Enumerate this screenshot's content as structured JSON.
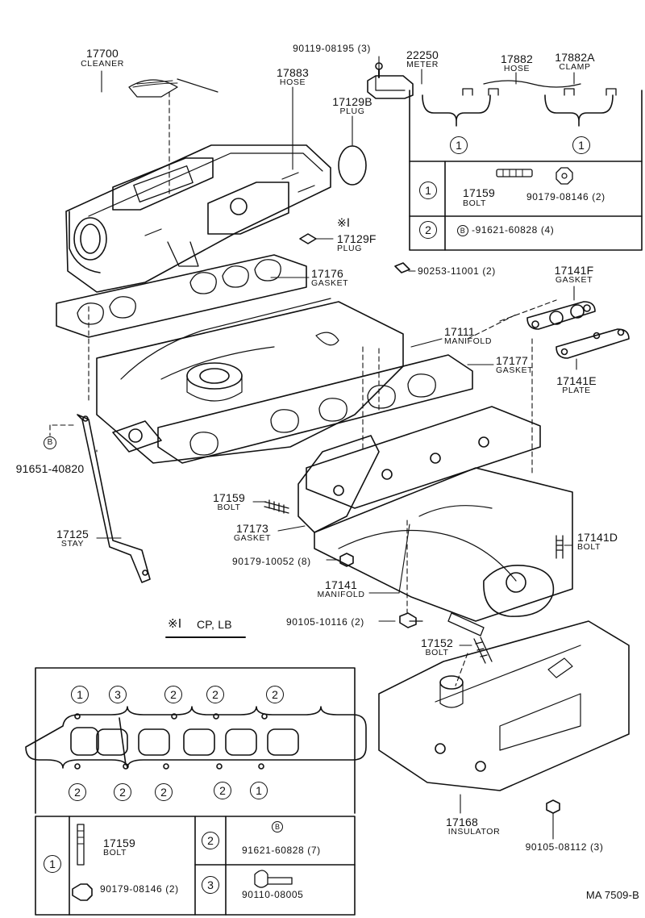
{
  "parts": {
    "p17700": {
      "no": "17700",
      "name": "CLEANER"
    },
    "p17883": {
      "no": "17883",
      "name": "HOSE"
    },
    "p90119": {
      "no": "90119-08195 (3)"
    },
    "p22250": {
      "no": "22250",
      "name": "METER"
    },
    "p17882": {
      "no": "17882",
      "name": "HOSE"
    },
    "p17882A": {
      "no": "17882A",
      "name": "CLAMP"
    },
    "p17129B": {
      "no": "17129B",
      "name": "PLUG"
    },
    "p17129F": {
      "no": "17129F",
      "name": "PLUG",
      "mark": "※Ⅰ"
    },
    "p17176": {
      "no": "17176",
      "name": "GASKET"
    },
    "p90253": {
      "no": "90253-11001 (2)"
    },
    "p17141F": {
      "no": "17141F",
      "name": "GASKET"
    },
    "p17111": {
      "no": "17111",
      "name": "MANIFOLD"
    },
    "p17177": {
      "no": "17177",
      "name": "GASKET"
    },
    "p17141E": {
      "no": "17141E",
      "name": "PLATE"
    },
    "p91651": {
      "no": "91651-40820",
      "badge": "B"
    },
    "p17159": {
      "no": "17159",
      "name": "BOLT"
    },
    "p17173": {
      "no": "17173",
      "name": "GASKET"
    },
    "p17125": {
      "no": "17125",
      "name": "STAY"
    },
    "p90179_10052": {
      "no": "90179-10052 (8)"
    },
    "p17141": {
      "no": "17141",
      "name": "MANIFOLD"
    },
    "p17141D": {
      "no": "17141D",
      "name": "BOLT"
    },
    "p90105_10116": {
      "no": "90105-10116 (2)"
    },
    "p17152": {
      "no": "17152",
      "name": "BOLT"
    },
    "p17168": {
      "no": "17168",
      "name": "INSULATOR"
    },
    "p90105_08112": {
      "no": "90105-08112 (3)"
    }
  },
  "note": {
    "mark": "※Ⅰ",
    "text": "CP, LB"
  },
  "upper_table": {
    "keys": [
      "1",
      "1",
      "1",
      "2"
    ],
    "row1": {
      "key": "1",
      "bolt_no": "17159",
      "bolt_name": "BOLT",
      "nut_no": "90179-08146 (2)"
    },
    "row2": {
      "key": "2",
      "badge": "B",
      "no": "91621-60828 (4)"
    }
  },
  "lower_table": {
    "top_keys": [
      "1",
      "3",
      "2",
      "2",
      "2"
    ],
    "bottom_keys": [
      "2",
      "2",
      "2",
      "2",
      "1"
    ],
    "row1": {
      "key": "1",
      "bolt_no": "17159",
      "bolt_name": "BOLT",
      "nut_no": "90179-08146 (2)"
    },
    "row2": {
      "key": "2",
      "badge": "B",
      "no": "91621-60828 (7)"
    },
    "row3": {
      "key": "3",
      "no": "90110-08005"
    }
  },
  "footer": {
    "code": "MA  7509-B"
  }
}
